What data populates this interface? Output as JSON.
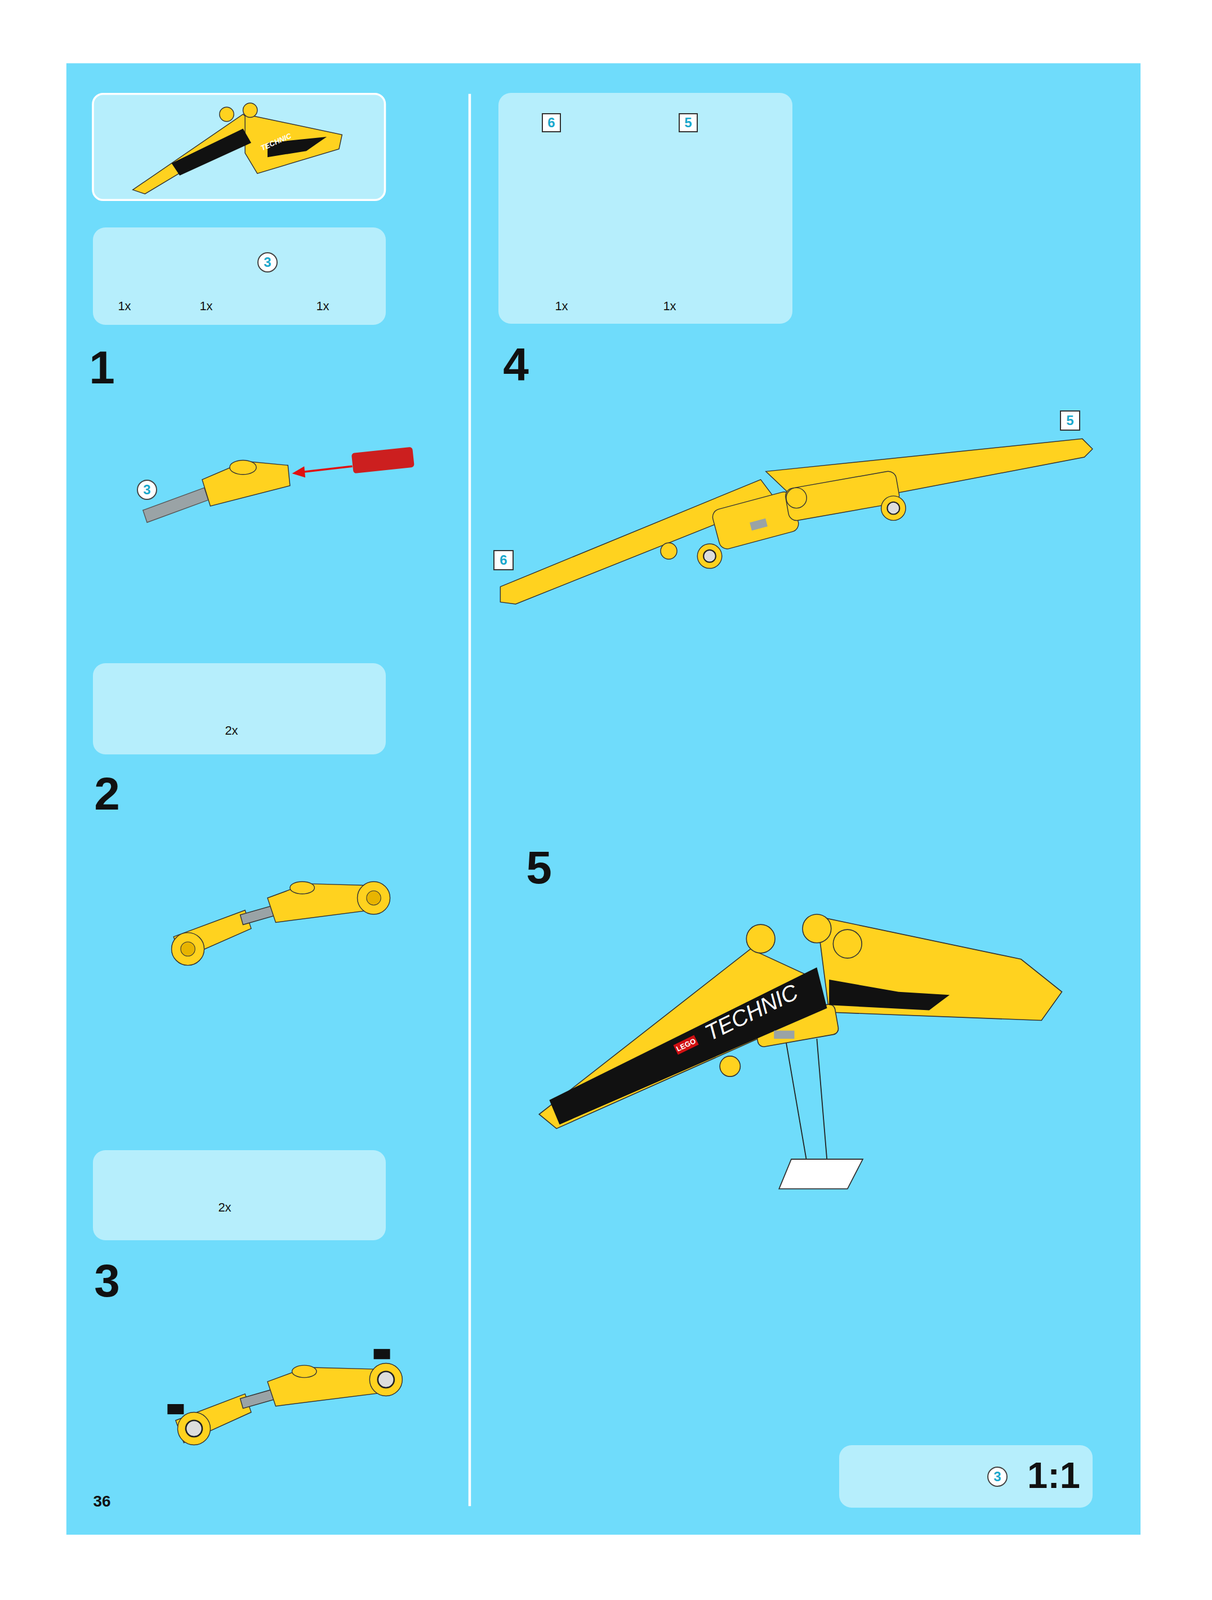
{
  "diagram": {
    "nodes": [
      {
        "text": [
          "1x",
          "1x",
          "1x"
        ]
      },
      {
        "text": [
          "3"
        ],
        "in": 0
      },
      {
        "text": [
          "1x",
          "1x"
        ]
      },
      {
        "text": [
          "6"
        ],
        "in": 2
      },
      {
        "text": [
          "5"
        ],
        "in": 2
      },
      {
        "text": [
          "3"
        ]
      },
      {
        "text": [
          "5"
        ]
      },
      {
        "text": [
          "6"
        ]
      },
      {
        "text": [
          "2x"
        ]
      },
      {
        "text": [
          "2x"
        ]
      },
      {
        "text": [
          "1:1"
        ]
      },
      {
        "text": [
          "3"
        ],
        "in": 10
      }
    ],
    "edges": [],
    "labels": [
      "TECHNIC",
      "1",
      "4",
      "2",
      "5",
      "LEGO",
      "TECHNIC",
      "3",
      "36"
    ]
  }
}
